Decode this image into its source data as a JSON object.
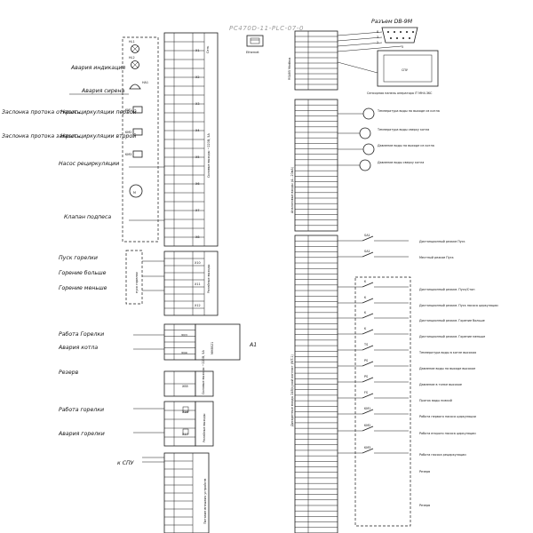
{
  "title": "PC470D-11-PLC-07-0",
  "ethernet_label": "Ethernet",
  "db9": {
    "caption": "Разъем DB-9M",
    "pins": [
      "8",
      "3",
      "2",
      "5"
    ]
  },
  "spu": {
    "label": "СПУ",
    "caption": "Сенсорная панель оператора IT MH4.3KC",
    "wire_label": "к СПУ"
  },
  "left_labels": [
    "Авария индикация",
    "Авария сирена",
    "Заслонка протока открыть",
    "Насос циркуляции первой",
    "Заслонка протока закрыть",
    "Насос циркуляции второй",
    "Насос рециркуляции",
    "Клапан подпеса",
    "Пуск горелки",
    "Горение больше",
    "Горение меньше",
    "Работа Горелки",
    "Авария котла",
    "Резерв",
    "Работа горелки",
    "Авария горелки"
  ],
  "device_tags": [
    "HL1",
    "HL2",
    "HA1",
    "KM1",
    "KM2",
    "KM3",
    "M",
    "A1",
    "МНВ521"
  ],
  "right_labels": [
    "Температура воды на выходе из котла",
    "Температура воды сверху котла",
    "Давление воды на выходе из котла",
    "Давление воды сверху котла",
    "Дистанционный режим Пуск",
    "Местный режим Пуск",
    "Дистанционный режим. Пуск/Стоп",
    "Дистанционный режим. Пуск насоса циркуляции",
    "Дистанционный режим. Горение больше",
    "Дистанционный режим. Горение меньше",
    "Температура воды в котле высокая",
    "Давление воды на выходе высокое",
    "Давление в топке высокое",
    "Проток воды низкий",
    "Работа первого насоса циркуляции",
    "Работа второго насоса циркуляции",
    "Работа насоса рециркуляции",
    "Резерв",
    "Резерв"
  ],
  "switch_tags": [
    "SA1",
    "SA1",
    "K",
    "K",
    "K",
    "K",
    "TS",
    "PS",
    "PS",
    "FS",
    "KM1",
    "KM2",
    "KM3"
  ],
  "section_labels": {
    "power": "Сеть",
    "relay_out": "Силовые выходы ~220В, 5А",
    "relay_out2": "Релейные выходы",
    "rs485": "RS485 Modbus",
    "analog_in": "Аналоговые входы (4...20мА)",
    "discrete_in": "Дискретные входы 24В/сухой контакт (WT-1)",
    "block_out": "Релейные выходы",
    "pwr_bottom": "Питание внешних устройств",
    "block_k1": "Силовые выходы ~220В, 5А",
    "start_block": "пуск горелки"
  },
  "terminal_names": {
    "x1": "X1",
    "x2": "X2",
    "x3": "X3",
    "x4": "X4",
    "x5": "X5",
    "x6": "X6",
    "x7": "X7",
    "x8": "X8",
    "x10": "X10",
    "x11": "X11",
    "x12": "X12",
    "xb3": "XB3",
    "xb4": "XB4",
    "xb5": "XB5",
    "x16": "X16",
    "x17": "X17"
  }
}
